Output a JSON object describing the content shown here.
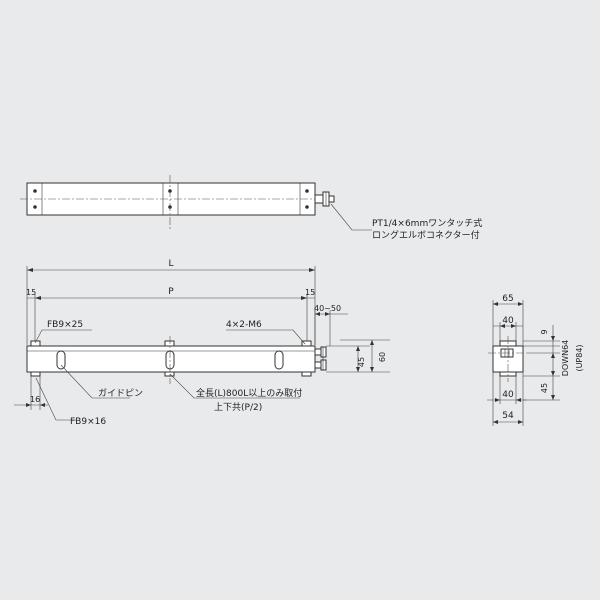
{
  "labels": {
    "connector_line1": "PT1/4×6mmワンタッチ式",
    "connector_line2": "ロングエルボコネクター付",
    "length": "L",
    "pitch": "P",
    "end_left": "15",
    "end_right": "15",
    "range_40_50": "40~50",
    "fb_top": "FB9×25",
    "tap": "4×2-M6",
    "dim_45": "45",
    "dim_60": "60",
    "guide_pin": "ガイドピン",
    "overall_note_line1": "全長(L)800L以上のみ取付",
    "overall_note_line2": "上下共(P/2)",
    "dim_16": "16",
    "fb_bottom": "FB9×16",
    "side_65": "65",
    "side_40_top": "40",
    "side_9": "9",
    "side_down": "DOWN64",
    "side_up": "(UP84)",
    "side_45": "45",
    "side_40_bottom": "40",
    "side_54": "54"
  }
}
